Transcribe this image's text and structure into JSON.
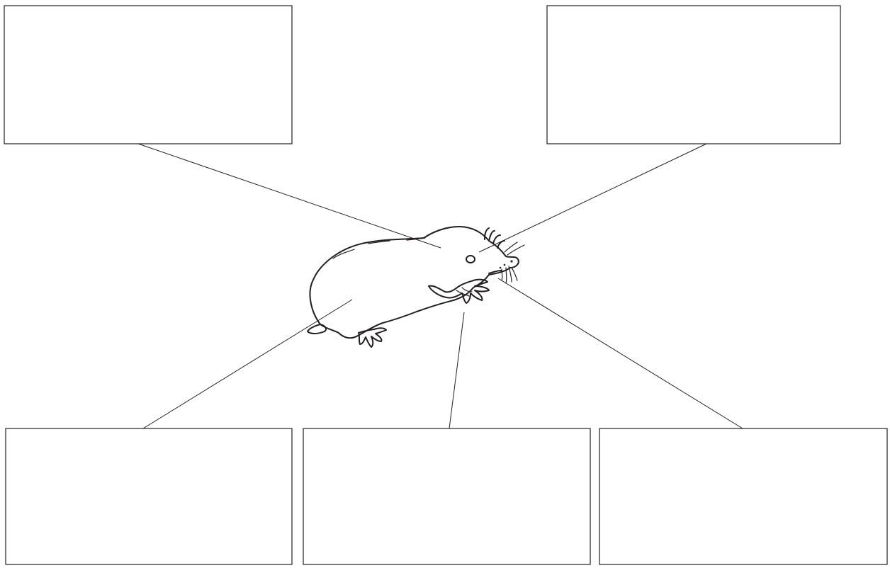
{
  "diagram": {
    "subject_icon": "mole-illustration",
    "line_color": "#231f20",
    "background": "#ffffff",
    "label_boxes": [
      {
        "id": "top-left",
        "text": ""
      },
      {
        "id": "top-right",
        "text": ""
      },
      {
        "id": "bottom-left",
        "text": ""
      },
      {
        "id": "bottom-middle",
        "text": ""
      },
      {
        "id": "bottom-right",
        "text": ""
      }
    ]
  }
}
